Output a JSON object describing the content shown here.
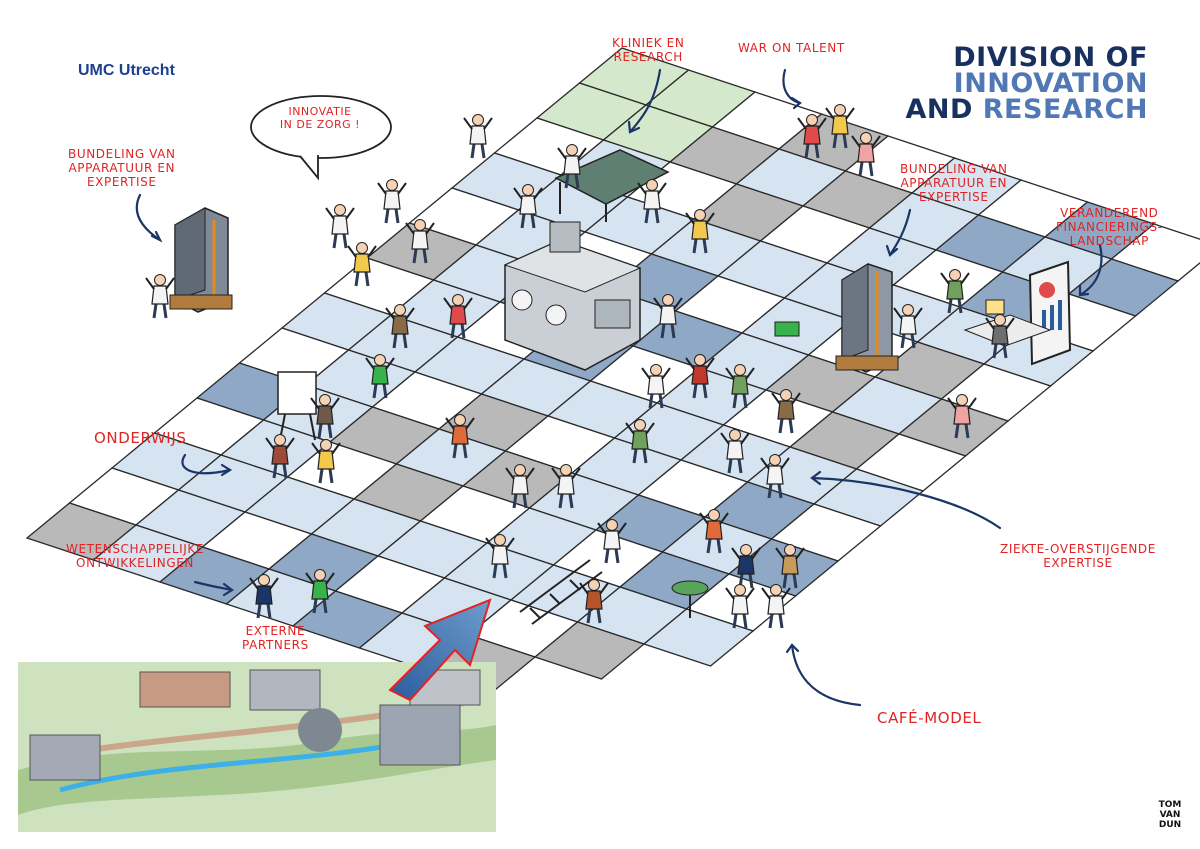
{
  "logo": {
    "name": "UMC Utrecht",
    "brand_color": "#1d3f8f"
  },
  "title": {
    "line1": "DIVISION OF",
    "line2": "INNOVATION",
    "line3_a": "AND ",
    "line3_b": "RESEARCH"
  },
  "speech_bubble": {
    "line1": "INNOVATIE",
    "line2": "IN DE ZORG !"
  },
  "annotations": {
    "kliniek_research": [
      "KLINIEK EN",
      "RESEARCH"
    ],
    "war_on_talent": [
      "WAR ON TALENT"
    ],
    "bundeling_left": [
      "BUNDELING VAN",
      "APPARATUUR EN",
      "EXPERTISE"
    ],
    "bundeling_right": [
      "BUNDELING VAN",
      "APPARATUUR EN",
      "EXPERTISE"
    ],
    "veranderend": [
      "VERANDEREND",
      "FINANCIERINGS-",
      "LANDSCHAP"
    ],
    "onderwijs": [
      "ONDERWIJS"
    ],
    "wetenschappelijke": [
      "WETENSCHAPPELIJKE",
      "ONTWIKKELINGEN"
    ],
    "externe_partners": [
      "EXTERNE",
      "PARTNERS"
    ],
    "ziekte": [
      "ZIEKTE-OVERSTIJGENDE",
      "EXPERTISE"
    ],
    "cafe_model": [
      "CAFÉ-MODEL"
    ]
  },
  "signature": [
    "TOM",
    "VAN",
    "DUN"
  ],
  "colors": {
    "accent_red": "#e02424",
    "tile_light": "#d6e3f0",
    "tile_mid": "#8fa8c6",
    "tile_grey": "#b9b9b9",
    "tile_green": "#d4e8cc",
    "title_dark": "#17305e",
    "title_light": "#4f78b5"
  }
}
